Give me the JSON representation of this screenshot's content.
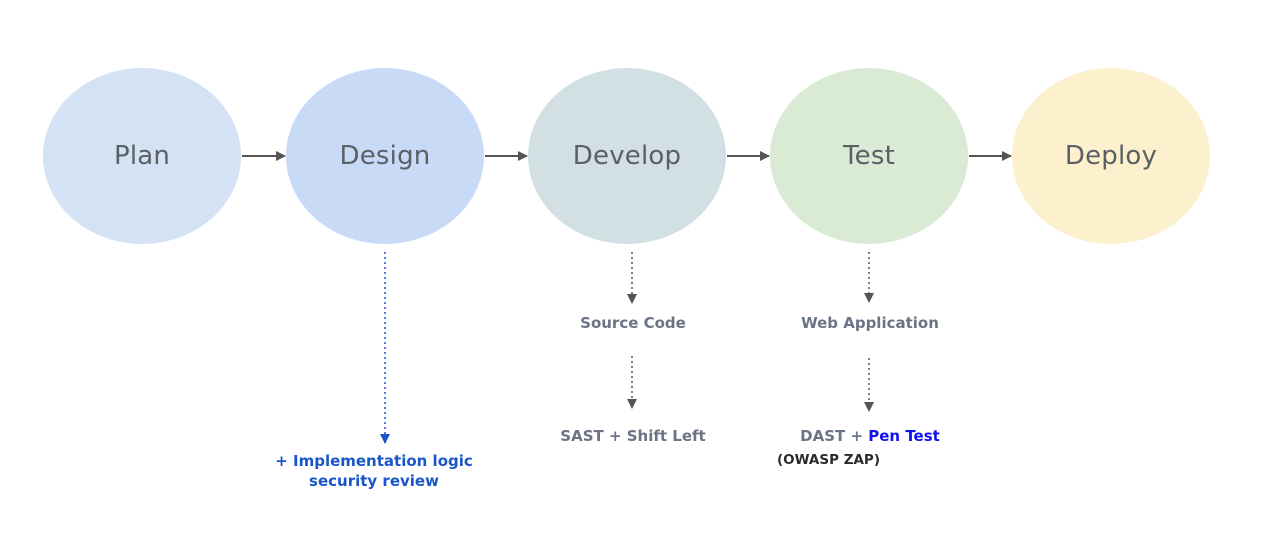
{
  "stages": [
    {
      "label": "Plan",
      "color": "#d4e3f3"
    },
    {
      "label": "Design",
      "color": "#c9daf6"
    },
    {
      "label": "Develop",
      "color": "#d2e0e3"
    },
    {
      "label": "Test",
      "color": "#d9ebd4"
    },
    {
      "label": "Deploy",
      "color": "#fdf0cc"
    }
  ],
  "design_note": {
    "line1": "+ Implementation logic",
    "line2": "security review",
    "color": "#1a56c8"
  },
  "develop_notes": {
    "source_code": "Source Code",
    "sast": "SAST + Shift Left"
  },
  "test_notes": {
    "web_application": "Web Application",
    "dast_prefix": "DAST + ",
    "pen_test": "Pen Test",
    "owasp": "(OWASP ZAP)"
  },
  "colors": {
    "arrow": "#555555",
    "note_gray": "#6b7487",
    "pen_test_blue": "#1010f0"
  }
}
